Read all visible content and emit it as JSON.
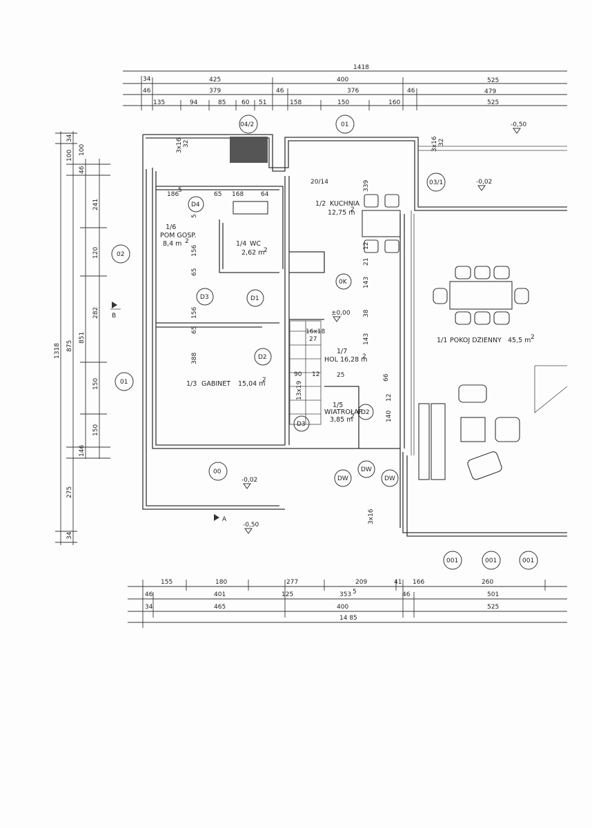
{
  "dims_top": {
    "row1": [
      "1418"
    ],
    "row2": [
      "34",
      "425",
      "400",
      "525"
    ],
    "row3": [
      "46",
      "379",
      "46",
      "376",
      "46",
      "479"
    ],
    "row4": [
      "135",
      "94",
      "85",
      "60",
      "51",
      "158",
      "150",
      "160",
      "525"
    ]
  },
  "dims_bottom": {
    "row1": [
      "155",
      "180",
      "277",
      "209",
      "41",
      "166",
      "260"
    ],
    "row2": [
      "46",
      "401",
      "125",
      "353",
      "5",
      "46",
      "501"
    ],
    "row3": [
      "34",
      "465",
      "400",
      "525"
    ],
    "row4": [
      "14 85"
    ]
  },
  "dims_left": {
    "outer": [
      "1318"
    ],
    "mid": [
      "34",
      "100",
      "875",
      "275",
      "34"
    ],
    "inner": [
      "100",
      "46",
      "851",
      "146"
    ],
    "rows": [
      "241",
      "120",
      "282",
      "150",
      "150"
    ]
  },
  "rooms": {
    "pom_gosp": {
      "num": "1/6",
      "name": "POM GOSP.",
      "area": "8,4 m"
    },
    "wc": {
      "num": "1/4",
      "name": "WC",
      "area": "2,62 m"
    },
    "kuchnia": {
      "num": "1/2",
      "name": "KUCHNIA",
      "area": "12,75 m"
    },
    "gabinet": {
      "num": "1/3",
      "name": "GABINET",
      "area": "15,04 m"
    },
    "hol": {
      "num": "1/7",
      "name": "HOL",
      "area": "16,28 m"
    },
    "wiatrolap": {
      "num": "1/5",
      "name": "WIATROŁAP",
      "area": "3,85 m"
    },
    "pokoj": {
      "num": "1/1",
      "name": "POKOJ DZIENNY",
      "area": "45,5 m"
    }
  },
  "area_sup": "2",
  "markers": {
    "m_04_2": "04/2",
    "m_01_top": "01",
    "m_03_1": "03/1",
    "m_d4": "D4",
    "m_02_left": "02",
    "m_0k": "0K",
    "m_d3_a": "D3",
    "m_d1": "D1",
    "m_d2_a": "D2",
    "m_01_left": "01",
    "m_d3_b": "D3",
    "m_d2_b": "D2",
    "m_00": "00",
    "m_dw_1": "DW",
    "m_dw_2": "DW",
    "m_dw_3": "DW",
    "m_001_1": "001",
    "m_001_2": "001",
    "m_001_3": "001"
  },
  "levels": {
    "l_top_right": "-0,50",
    "l_right": "-0,02",
    "l_center": "±0,00",
    "l_bottom_left": "-0,02",
    "l_bottom": "-0,50"
  },
  "section_marks": {
    "b": "B",
    "a": "A"
  },
  "small_labels": {
    "ventilation": "20/14",
    "stairs": "16x18",
    "stairs_count": "27",
    "k1": "186",
    "k2": "5",
    "k3": "65",
    "k4": "168",
    "k5": "64",
    "h1": "339",
    "h2": "12",
    "h3": "21",
    "h4": "143",
    "h5": "38",
    "h6": "143",
    "h7": "66",
    "h8": "12",
    "h9": "140",
    "w1": "156",
    "w2": "65",
    "w3": "156",
    "w4": "65",
    "w5": "388",
    "w6": "5",
    "s1": "90",
    "s2": "12",
    "s3": "25",
    "s4": "13x19",
    "s5": "3x16",
    "s6": "32",
    "s7": "3x16",
    "s8": "32",
    "s9": "3x16"
  }
}
